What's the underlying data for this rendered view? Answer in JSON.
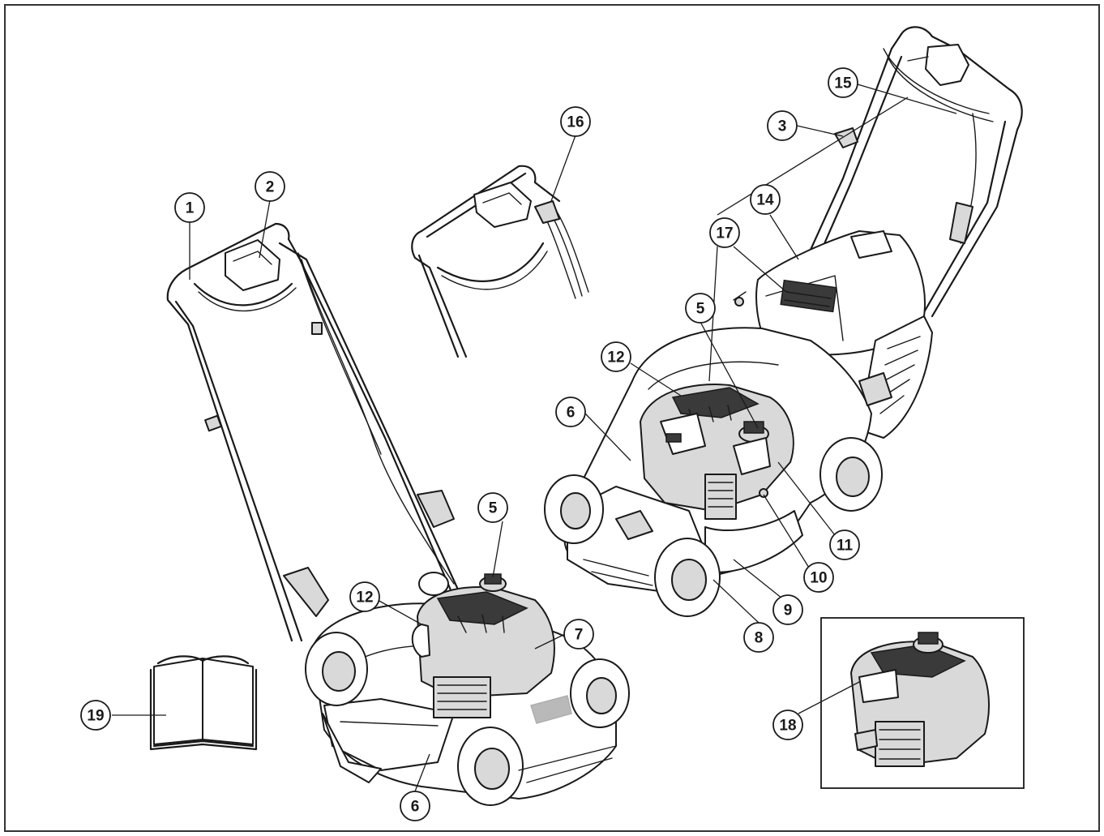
{
  "callouts": [
    {
      "id": "c1",
      "label": "1"
    },
    {
      "id": "c2",
      "label": "2"
    },
    {
      "id": "c3",
      "label": "3"
    },
    {
      "id": "c5a",
      "label": "5"
    },
    {
      "id": "c5b",
      "label": "5"
    },
    {
      "id": "c6a",
      "label": "6"
    },
    {
      "id": "c6b",
      "label": "6"
    },
    {
      "id": "c7",
      "label": "7"
    },
    {
      "id": "c8",
      "label": "8"
    },
    {
      "id": "c9",
      "label": "9"
    },
    {
      "id": "c10",
      "label": "10"
    },
    {
      "id": "c11",
      "label": "11"
    },
    {
      "id": "c12a",
      "label": "12"
    },
    {
      "id": "c12b",
      "label": "12"
    },
    {
      "id": "c14",
      "label": "14"
    },
    {
      "id": "c15",
      "label": "15"
    },
    {
      "id": "c16",
      "label": "16"
    },
    {
      "id": "c17",
      "label": "17"
    },
    {
      "id": "c18",
      "label": "18"
    },
    {
      "id": "c19",
      "label": "19"
    }
  ]
}
